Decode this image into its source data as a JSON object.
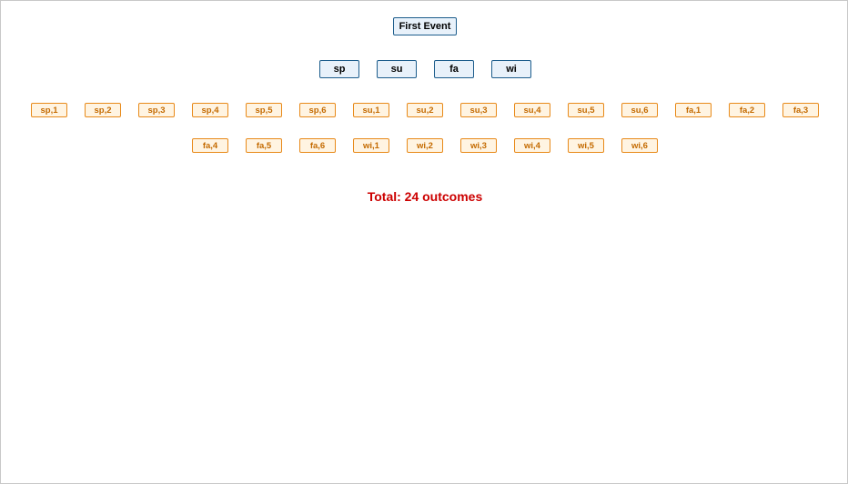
{
  "root": {
    "label": "First Event"
  },
  "seasons": [
    "sp",
    "su",
    "fa",
    "wi"
  ],
  "outcomes_row1": [
    "sp,1",
    "sp,2",
    "sp,3",
    "sp,4",
    "sp,5",
    "sp,6",
    "su,1",
    "su,2",
    "su,3",
    "su,4",
    "su,5",
    "su,6",
    "fa,1",
    "fa,2",
    "fa,3"
  ],
  "outcomes_row2": [
    "fa,4",
    "fa,5",
    "fa,6",
    "wi,1",
    "wi,2",
    "wi,3",
    "wi,4",
    "wi,5",
    "wi,6"
  ],
  "total": {
    "label": "Total: 24 outcomes"
  },
  "colors": {
    "level_border": "#1d5d8c",
    "level_fill": "#e8f1fa",
    "outcome_border": "#e88a1a",
    "outcome_fill": "#fff4e2",
    "outcome_text": "#c46a00",
    "total_text": "#cc0000"
  }
}
